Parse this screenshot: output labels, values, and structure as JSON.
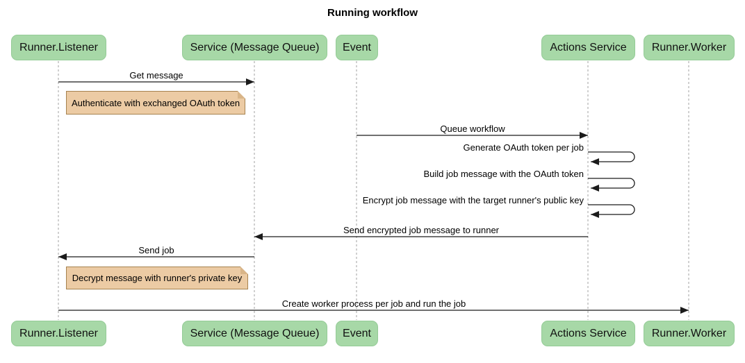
{
  "title": "Running workflow",
  "diagram_type": "sequence",
  "participants": [
    {
      "label": "Runner.Listener"
    },
    {
      "label": "Service (Message Queue)"
    },
    {
      "label": "Event"
    },
    {
      "label": "Actions Service"
    },
    {
      "label": "Runner.Worker"
    }
  ],
  "messages": [
    {
      "label": "Get message",
      "from": "Runner.Listener",
      "to": "Service (Message Queue)"
    },
    {
      "label": "Queue workflow",
      "from": "Event",
      "to": "Actions Service"
    },
    {
      "label": "Generate OAuth token per job",
      "from": "Actions Service",
      "to": "Actions Service"
    },
    {
      "label": "Build job message with the OAuth token",
      "from": "Actions Service",
      "to": "Actions Service"
    },
    {
      "label": "Encrypt job message with the target runner's public key",
      "from": "Actions Service",
      "to": "Actions Service"
    },
    {
      "label": "Send encrypted job message to runner",
      "from": "Actions Service",
      "to": "Service (Message Queue)"
    },
    {
      "label": "Send job",
      "from": "Service (Message Queue)",
      "to": "Runner.Listener"
    },
    {
      "label": "Create worker process per job and run the job",
      "from": "Runner.Listener",
      "to": "Runner.Worker"
    }
  ],
  "notes": [
    {
      "label": "Authenticate with exchanged OAuth token",
      "position": "right of Runner.Listener"
    },
    {
      "label": "Decrypt message with runner's private key",
      "position": "right of Runner.Listener"
    }
  ],
  "colors": {
    "actor_fill": "#a7d8a7",
    "actor_border": "#94cb96",
    "note_fill": "#eccba4",
    "note_border": "#a6824f",
    "message_line": "#1b1b1b",
    "lifeline": "#a0a0a0",
    "background": "#ffffff"
  }
}
